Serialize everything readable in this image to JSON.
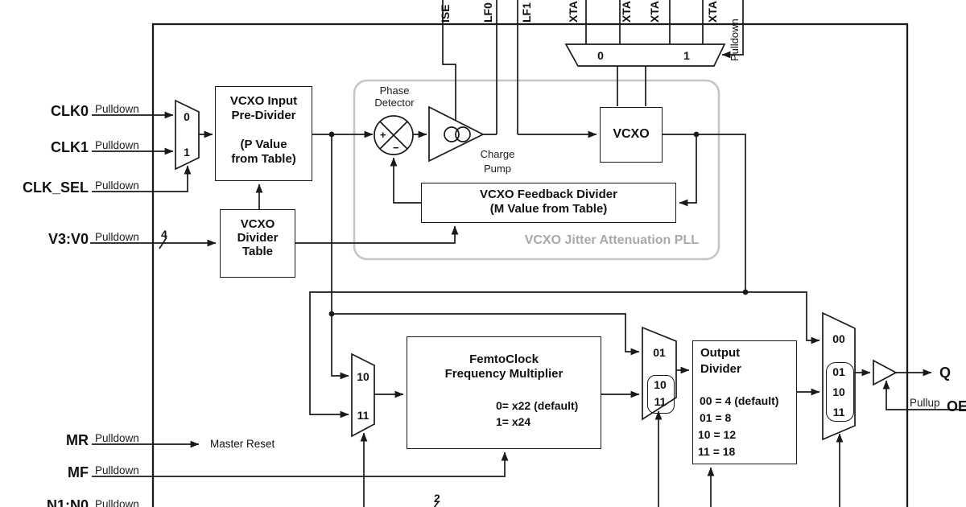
{
  "pins": {
    "left": [
      {
        "name": "CLK0",
        "pull": "Pulldown"
      },
      {
        "name": "CLK1",
        "pull": "Pulldown"
      },
      {
        "name": "CLK_SEL",
        "pull": "Pulldown"
      },
      {
        "name": "V3:V0",
        "pull": "Pulldown",
        "bus": "4"
      },
      {
        "name": "MR",
        "pull": "Pulldown"
      },
      {
        "name": "MF",
        "pull": "Pulldown"
      },
      {
        "name": "N1:N0",
        "pull": "Pulldown",
        "bus": "2"
      }
    ],
    "top": [
      {
        "name": "ISE"
      },
      {
        "name": "LF0"
      },
      {
        "name": "LF1"
      },
      {
        "name": "XTA"
      },
      {
        "name": "XTA"
      },
      {
        "name": "XTA"
      },
      {
        "name": "XTA"
      },
      {
        "name": "Pulldown"
      }
    ],
    "right": {
      "q": "Q",
      "oe": "OE",
      "oe_pull": "Pullup"
    }
  },
  "blocks": {
    "pre_divider": {
      "l1": "VCXO Input",
      "l2": "Pre-Divider",
      "l3": "(P Value",
      "l4": "from Table)"
    },
    "divider_table": {
      "l1": "VCXO",
      "l2": "Divider",
      "l3": "Table"
    },
    "feedback_divider": {
      "l1": "VCXO Feedback Divider",
      "l2": "(M Value from Table)"
    },
    "vcxo": {
      "label": "VCXO"
    },
    "multiplier": {
      "l1": "FemtoClock",
      "l2": "Frequency Multiplier",
      "opt1": "0= x22 (default)",
      "opt2": "1= x24"
    },
    "output_divider": {
      "l1": "Output",
      "l2": "Divider",
      "e1": "00 = 4 (default)",
      "e2": "01 = 8",
      "e3": "10 = 12",
      "e4": "11 = 18"
    },
    "pll_label": "VCXO Jitter Attenuation PLL"
  },
  "mux": {
    "clk": {
      "in0": "0",
      "in1": "1"
    },
    "xtal": {
      "in0": "0",
      "in1": "1"
    },
    "bottom_left": {
      "a": "10",
      "b": "11"
    },
    "middle": {
      "a": "01",
      "b": "10",
      "c": "11"
    },
    "right": {
      "a": "00",
      "b": "01",
      "c": "10",
      "d": "11"
    }
  },
  "annotations": {
    "phase_detector_l1": "Phase",
    "phase_detector_l2": "Detector",
    "charge_pump_l1": "Charge",
    "charge_pump_l2": "Pump",
    "master_reset": "Master Reset",
    "plus": "+",
    "minus": "−"
  }
}
